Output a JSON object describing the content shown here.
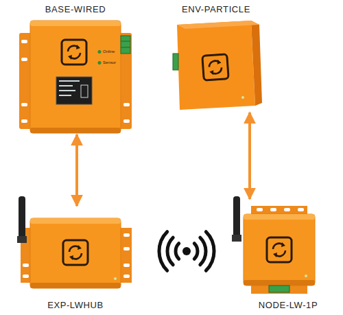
{
  "diagram": {
    "nodes": [
      {
        "text": [
          "BASE-WIRED"
        ]
      },
      {
        "text": [
          "ENV-PARTICLE"
        ]
      },
      {
        "text": [
          "EXP-LWHUB"
        ]
      },
      {
        "text": [
          "NODE-LW-1P"
        ]
      }
    ],
    "edges": [
      {
        "from": 0,
        "to": 2,
        "arrow": "both"
      },
      {
        "from": 1,
        "to": 3,
        "arrow": "both"
      }
    ],
    "labels": [
      "Online",
      "Sensor"
    ]
  }
}
